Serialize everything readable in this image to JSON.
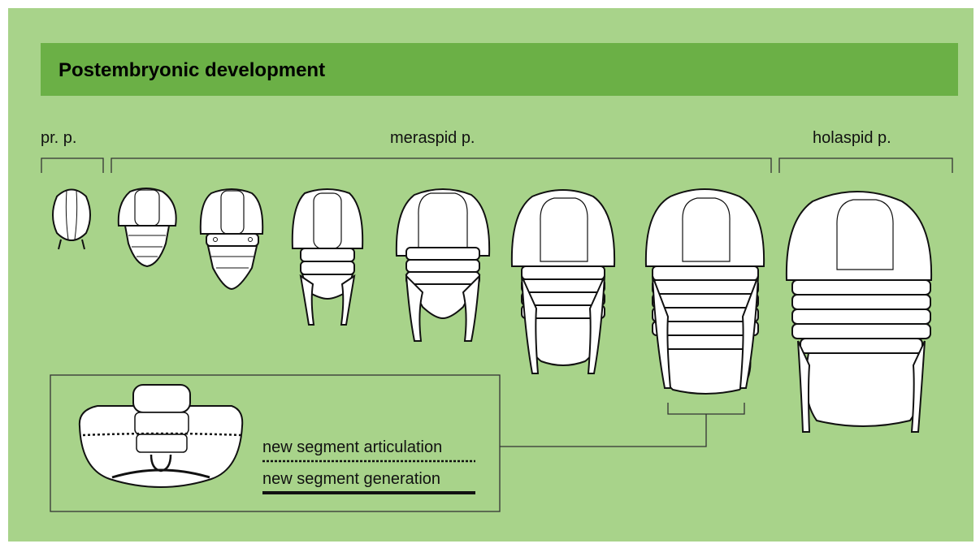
{
  "title": "Postembryonic development",
  "phases": {
    "protaspid": "pr. p.",
    "meraspid": "meraspid p.",
    "holaspid": "holaspid p."
  },
  "legend": {
    "articulation": "new segment articulation",
    "generation": "new segment generation"
  },
  "colors": {
    "background": "#a8d38a",
    "header": "#6bb046",
    "line": "#111111"
  }
}
